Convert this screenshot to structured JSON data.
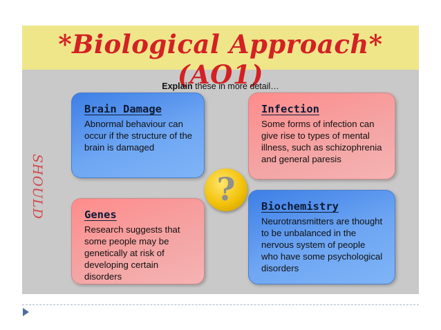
{
  "title": "*Biological Approach* (AO1)",
  "subtitle": {
    "bold": "Explain",
    "rest": " these in more detail…"
  },
  "side_label": "SHOULD",
  "cards": [
    {
      "title": "Brain Damage",
      "body": "Abnormal behaviour can occur if the structure of the brain is damaged",
      "color": "#5b97ee"
    },
    {
      "title": "Infection",
      "body": "Some forms of infection can give rise to types of mental illness, such as schizophrenia and general paresis",
      "color": "#f59a9a"
    },
    {
      "title": "Genes",
      "body": "Research suggests that some people may be genetically at risk of developing certain disorders",
      "color": "#f59a9a"
    },
    {
      "title": "Biochemistry",
      "body": "Neurotransmitters are thought to be unbalanced in the nervous system of people who have some psychological disorders",
      "color": "#5b97ee"
    }
  ],
  "center_icon": {
    "name": "question-mark-icon",
    "glyph": "?"
  },
  "colors": {
    "title_band": "#efe68a",
    "title_text": "#d32124",
    "slide_bg": "#c9c9c9"
  }
}
